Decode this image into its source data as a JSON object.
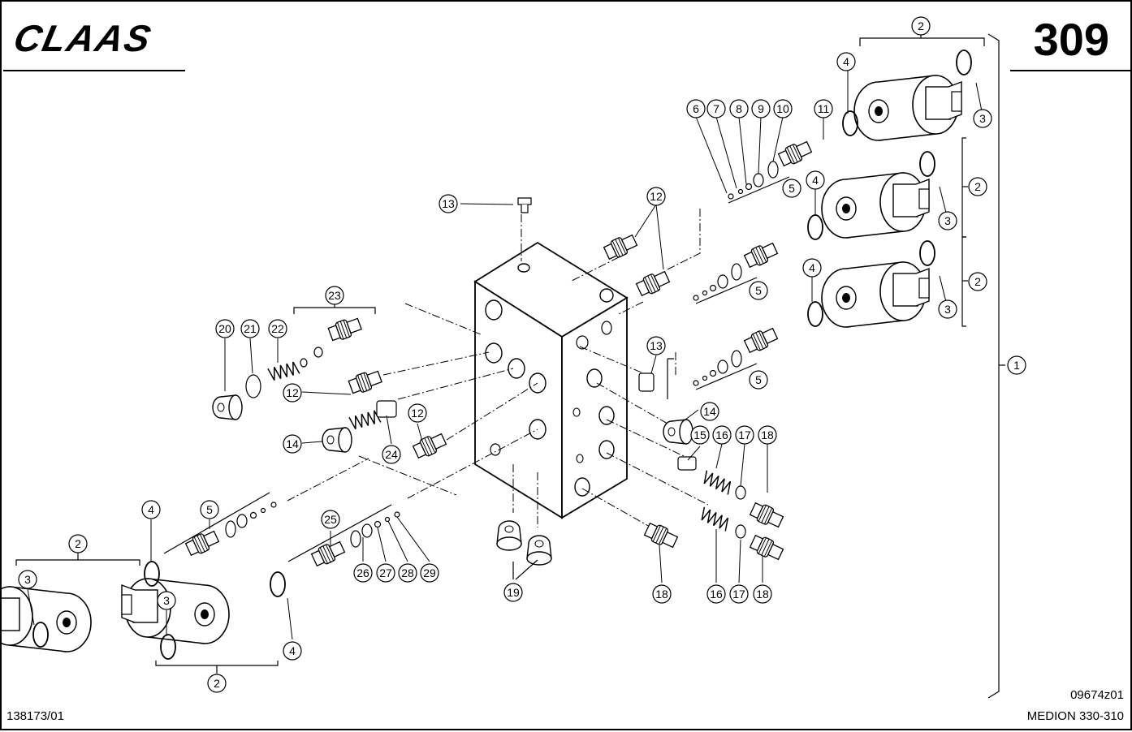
{
  "header": {
    "logo_text": "CLAAS",
    "page_number": "309"
  },
  "footer": {
    "doc_number": "138173/01",
    "drawing_code": "09674z01",
    "model": "MEDION 330-310"
  },
  "callouts": [
    {
      "id": "c-2-top",
      "label": "2"
    },
    {
      "id": "c-4-top",
      "label": "4"
    },
    {
      "id": "c-3-top",
      "label": "3"
    },
    {
      "id": "c-6",
      "label": "6"
    },
    {
      "id": "c-7",
      "label": "7"
    },
    {
      "id": "c-8",
      "label": "8"
    },
    {
      "id": "c-9",
      "label": "9"
    },
    {
      "id": "c-10",
      "label": "10"
    },
    {
      "id": "c-11",
      "label": "11"
    },
    {
      "id": "c-5-a",
      "label": "5"
    },
    {
      "id": "c-4-mid",
      "label": "4"
    },
    {
      "id": "c-2-mid",
      "label": "2"
    },
    {
      "id": "c-3-mid",
      "label": "3"
    },
    {
      "id": "c-13-top",
      "label": "13"
    },
    {
      "id": "c-12-top",
      "label": "12"
    },
    {
      "id": "c-4-low",
      "label": "4"
    },
    {
      "id": "c-2-low",
      "label": "2"
    },
    {
      "id": "c-5-b",
      "label": "5"
    },
    {
      "id": "c-3-low",
      "label": "3"
    },
    {
      "id": "c-23",
      "label": "23"
    },
    {
      "id": "c-1",
      "label": "1"
    },
    {
      "id": "c-20",
      "label": "20"
    },
    {
      "id": "c-21",
      "label": "21"
    },
    {
      "id": "c-22",
      "label": "22"
    },
    {
      "id": "c-13-mid",
      "label": "13"
    },
    {
      "id": "c-5-c",
      "label": "5"
    },
    {
      "id": "c-12-left",
      "label": "12"
    },
    {
      "id": "c-14-right",
      "label": "14"
    },
    {
      "id": "c-12-mid",
      "label": "12"
    },
    {
      "id": "c-15",
      "label": "15"
    },
    {
      "id": "c-16-top",
      "label": "16"
    },
    {
      "id": "c-17-top",
      "label": "17"
    },
    {
      "id": "c-18-right",
      "label": "18"
    },
    {
      "id": "c-14-left",
      "label": "14"
    },
    {
      "id": "c-24",
      "label": "24"
    },
    {
      "id": "c-4-bl",
      "label": "4"
    },
    {
      "id": "c-5-bl",
      "label": "5"
    },
    {
      "id": "c-25",
      "label": "25"
    },
    {
      "id": "c-2-bl",
      "label": "2"
    },
    {
      "id": "c-3-bl",
      "label": "3"
    },
    {
      "id": "c-26",
      "label": "26"
    },
    {
      "id": "c-27",
      "label": "27"
    },
    {
      "id": "c-28",
      "label": "28"
    },
    {
      "id": "c-29",
      "label": "29"
    },
    {
      "id": "c-19",
      "label": "19"
    },
    {
      "id": "c-18-mid",
      "label": "18"
    },
    {
      "id": "c-16-low",
      "label": "16"
    },
    {
      "id": "c-17-low",
      "label": "17"
    },
    {
      "id": "c-18-low",
      "label": "18"
    },
    {
      "id": "c-3-bm",
      "label": "3"
    },
    {
      "id": "c-4-bm",
      "label": "4"
    },
    {
      "id": "c-2-bm",
      "label": "2"
    }
  ]
}
